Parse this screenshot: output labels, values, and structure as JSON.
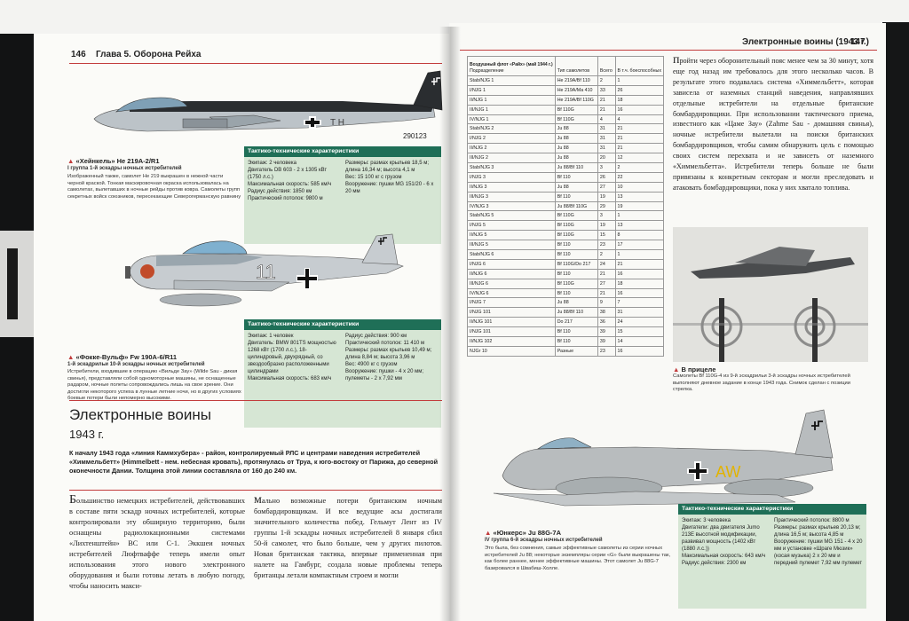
{
  "left_page": {
    "page_number": "146",
    "chapter_title": "Глава 5. Оборона Рейха",
    "aircraft": [
      {
        "title": "«Хейнкель» He 219A-2/R1",
        "subtitle": "I группа 1-й эскадры ночных истребителей",
        "body": "Изображенный также, самолет He 219 выкрашен в нежной части черной краской. Тонкая маскировочная окраска использовалась на самолетах, вылетавших в ночные рейды против ковра. Самолеты групп секретных войск союзников, пересекающие Северогерманскую равнину",
        "tail_code": "290123",
        "spec_title": "Тактико-технические характеристики",
        "specs_left": [
          "Экипаж: 2 человека",
          "Двигатель DB 603 - 2 x 1305 кВт (1750 л.с.)",
          "Максимальная скорость: 585 км/ч",
          "Радиус действия: 1850 км",
          "Практический потолок: 9800 м"
        ],
        "specs_right": [
          "Размеры: размах крыльев 18,5 м; длина 16,34 м; высота 4,1 м",
          "Вес: 15 100 кг с грузом",
          "Вооружение: пушки MG 151/20 - 6 x 20 мм"
        ]
      },
      {
        "title": "«Фокке-Вульф» Fw 190A-6/R11",
        "subtitle": "1-й эскадрильи 10-й эскадры ночных истребителей",
        "body": "Истребители, входившие в операцию «Вильде Зау» (Wilde Sau - дикая свинья), представляли собой одномоторные машины, не оснащенные радаром, ночные полеты сопровождались лишь на свое зрение. Они достигли некоторого успеха в лунные летние ночи, но в других условиях боевые потери были непомерно высокими.",
        "tail_code": "11",
        "spec_title": "Тактико-технические характеристики",
        "specs_left": [
          "Экипаж: 1 человек",
          "Двигатель: BMW 801TS мощностью 1268 кВт (1700 л.с.), 18-цилиндровый, двухрядный, со звездообразно расположенными цилиндрами",
          "Максимальная скорость: 683 км/ч"
        ],
        "specs_right": [
          "Радиус действия: 900 км",
          "Практический потолок: 11 410 м",
          "Размеры: размах крыльев 10,49 м; длина 8,84 м; высота 3,96 м",
          "Вес: 4900 кг с грузом",
          "Вооружение: пушки - 4 x 20 мм; пулеметы - 2 x 7,92 мм"
        ]
      }
    ],
    "section_title": "Электронные воины",
    "section_year": "1943 г.",
    "lead": "К началу 1943 года «линия Каммхубера» - район, контролируемый РЛС и центрами наведения истребителей «Химмельбетт» (Himmelbett - нем. небесная кровать), протянулась от Труа, к юго-востоку от Парижа, до северной оконечности Дании. Толщина этой линии составляла от 160 до 240 км.",
    "body_col1": "Большинство немецких истребителей, действовавших в составе пяти эскадр ночных истребителей, которые контролировали эту обширную территорию, были оснащены радиолокационными системами «Лихтенштейн» ВС или С-1. Эккшеи ночных истребителей Люфтваффе теперь имели опыт использования этого нового электронного оборудования и были готовы летать в любую погоду, чтобы наносить макси-",
    "body_col2": "мально возможные потери британским ночным бомбардировщикам. И все ведущие асы достигали значительного количества побед. Гельмут Лент из IV группы 1-й эскадры ночных истребителей 8 января сбил 50-й самолет, что было больше, чем у других пилотов. Новая британская тактика, впервые примененная при налете на Гамбург, создала новые проблемы теперь британцы летали компактным строем и могли"
  },
  "right_page": {
    "page_number": "147",
    "chapter_title": "Электронные воины (1943 г.)",
    "table": {
      "caption": "Воздушный флот «Райх» (май 1944 г.)",
      "headers": [
        "Подразделение",
        "Тип самолетов",
        "Всего",
        "В т.ч. боеспособных"
      ],
      "rows": [
        [
          "Stab/NJG 1",
          "He 219A/Bf 110",
          "2",
          "1"
        ],
        [
          "I/NJG 1",
          "He 219A/Ma 410",
          "33",
          "26"
        ],
        [
          "II/NJG 1",
          "He 219A/Bf 110G",
          "21",
          "18"
        ],
        [
          "III/NJG 1",
          "Bf 110G",
          "21",
          "16"
        ],
        [
          "IV/NJG 1",
          "Bf 110G",
          "4",
          "4"
        ],
        [
          "Stab/NJG 2",
          "Ju 88",
          "31",
          "21"
        ],
        [
          "I/NJG 2",
          "Ju 88",
          "31",
          "21"
        ],
        [
          "II/NJG 2",
          "Ju 88",
          "31",
          "21"
        ],
        [
          "III/NJG 2",
          "Ju 88",
          "20",
          "12"
        ],
        [
          "Stab/NJG 3",
          "Ju 88/Bf 110",
          "3",
          "2"
        ],
        [
          "I/NJG 3",
          "Bf 110",
          "26",
          "22"
        ],
        [
          "II/NJG 3",
          "Ju 88",
          "27",
          "10"
        ],
        [
          "III/NJG 3",
          "Bf 110",
          "19",
          "13"
        ],
        [
          "IV/NJG 3",
          "Ju 88/Bf 110G",
          "29",
          "19"
        ],
        [
          "Stab/NJG 5",
          "Bf 110G",
          "3",
          "1"
        ],
        [
          "I/NJG 5",
          "Bf 110G",
          "19",
          "13"
        ],
        [
          "II/NJG 5",
          "Bf 110G",
          "15",
          "8"
        ],
        [
          "III/NJG 5",
          "Bf 110",
          "23",
          "17"
        ],
        [
          "Stab/NJG 6",
          "Bf 110",
          "2",
          "1"
        ],
        [
          "I/NJG 6",
          "Bf 110G/Do 217",
          "24",
          "21"
        ],
        [
          "II/NJG 6",
          "Bf 110",
          "21",
          "16"
        ],
        [
          "III/NJG 6",
          "Bf 110G",
          "27",
          "18"
        ],
        [
          "IV/NJG 6",
          "Bf 110",
          "21",
          "16"
        ],
        [
          "I/NJG 7",
          "Ju 88",
          "9",
          "7"
        ],
        [
          "I/NJG 101",
          "Ju 88/Bf 110",
          "38",
          "31"
        ],
        [
          "II/NJG 101",
          "Do 217",
          "36",
          "24"
        ],
        [
          "I/NJG 101",
          "Bf 110",
          "39",
          "15"
        ],
        [
          "II/NJG 102",
          "Bf 110",
          "39",
          "14"
        ],
        [
          "NJGr 10",
          "Разные",
          "23",
          "16"
        ]
      ]
    },
    "text_col": "пройти через оборонительный пояс менее чем за 30 минут, хотя еще год назад им требовалось для этого несколько часов. В результате этого подавалась система «Химмельбетт», которая зависела от наземных станций наведения, направлявших отдельные истребители на отдельные британские бомбардировщики. При использовании тактического приема, известного как «Цаме Зау» (Zahme Sau - домашняя свинья), ночные истребители вылетали на поиски британских бомбардировщиков, чтобы самим обнаружить цель с помощью своих систем перехвата и не зависеть от наземного «Химмельбетта». Истребители теперь больше не были привязаны к конкретным секторам и могли преследовать и атаковать бомбардировщики, пока у них хватало топлива.",
    "photo_title": "В прицеле",
    "photo_body": "Самолеты Bf 110G-4 из 9-й эскадрильи 3-й эскадры ночных истребителей выполняют дневное задание в конце 1943 года. Снимок сделан с позиции стрелка.",
    "aircraft": {
      "title": "«Юнкерс» Ju 88G-7A",
      "subtitle": "IV группа 6-й эскадры ночных истребителей",
      "body": "Это была, без сомнения, самые эффективные самолеты из серии ночных истребителей Ju 88; некоторые экземпляры серии «G» были выкрашены так, как более раннее, менее эффективные машины. Этот самолет Ju 88G-7 базировался в Швабиш-Холле.",
      "code": "AW",
      "spec_title": "Тактико-технические характеристики",
      "specs_left": [
        "Экипаж: 3 человека",
        "Двигатели: два двигателя Jumo 213E высотной модификации, развивал мощность (1402 кВт (1880 л.с.))",
        "Максимальная скорость: 643 км/ч",
        "Радиус действия: 2300 км"
      ],
      "specs_right": [
        "Практический потолок: 8800 м",
        "Размеры: размах крыльев 20,13 м; длина 16,5 м; высота 4,85 м",
        "Вооружение: пушки MG 151 - 4 x 20 мм и установке «Шраге Мюзик» (косая музыка) 2 x 20 мм и передний пулемет 7,92 мм пулемет"
      ]
    }
  }
}
